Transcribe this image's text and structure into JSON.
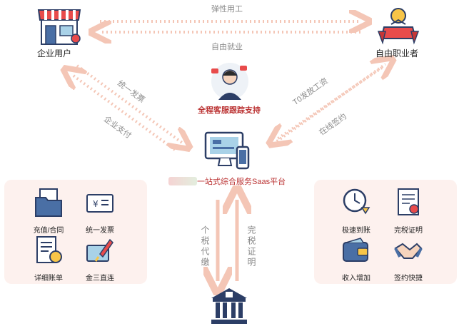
{
  "nodes": {
    "enterprise": "企业用户",
    "freelancer": "自由职业者",
    "platform": "一站式综合服务Saas平台",
    "support": "全程客服跟踪支持"
  },
  "flows": {
    "top_right": "弹性用工",
    "top_left": "自由就业",
    "left_down": "统一发票",
    "left_up": "企业支付",
    "right_down": "T0发放工资",
    "right_up": "在线签约",
    "bottom_left": "个税代缴",
    "bottom_right": "完税证明"
  },
  "left_features": [
    {
      "label": "充值/合同",
      "icon": "folder-contract-icon"
    },
    {
      "label": "统一发票",
      "icon": "invoice-icon"
    },
    {
      "label": "详细账单",
      "icon": "bill-icon"
    },
    {
      "label": "金三直连",
      "icon": "rocket-icon"
    }
  ],
  "right_features": [
    {
      "label": "极速到账",
      "icon": "fast-clock-icon"
    },
    {
      "label": "完税证明",
      "icon": "certificate-icon"
    },
    {
      "label": "收入增加",
      "icon": "wallet-icon"
    },
    {
      "label": "签约快捷",
      "icon": "handshake-icon"
    }
  ],
  "colors": {
    "arrow": "#f4c6b6",
    "panel": "#fdf1ee",
    "navy": "#2c3e66",
    "accent": "#e84b4b"
  }
}
